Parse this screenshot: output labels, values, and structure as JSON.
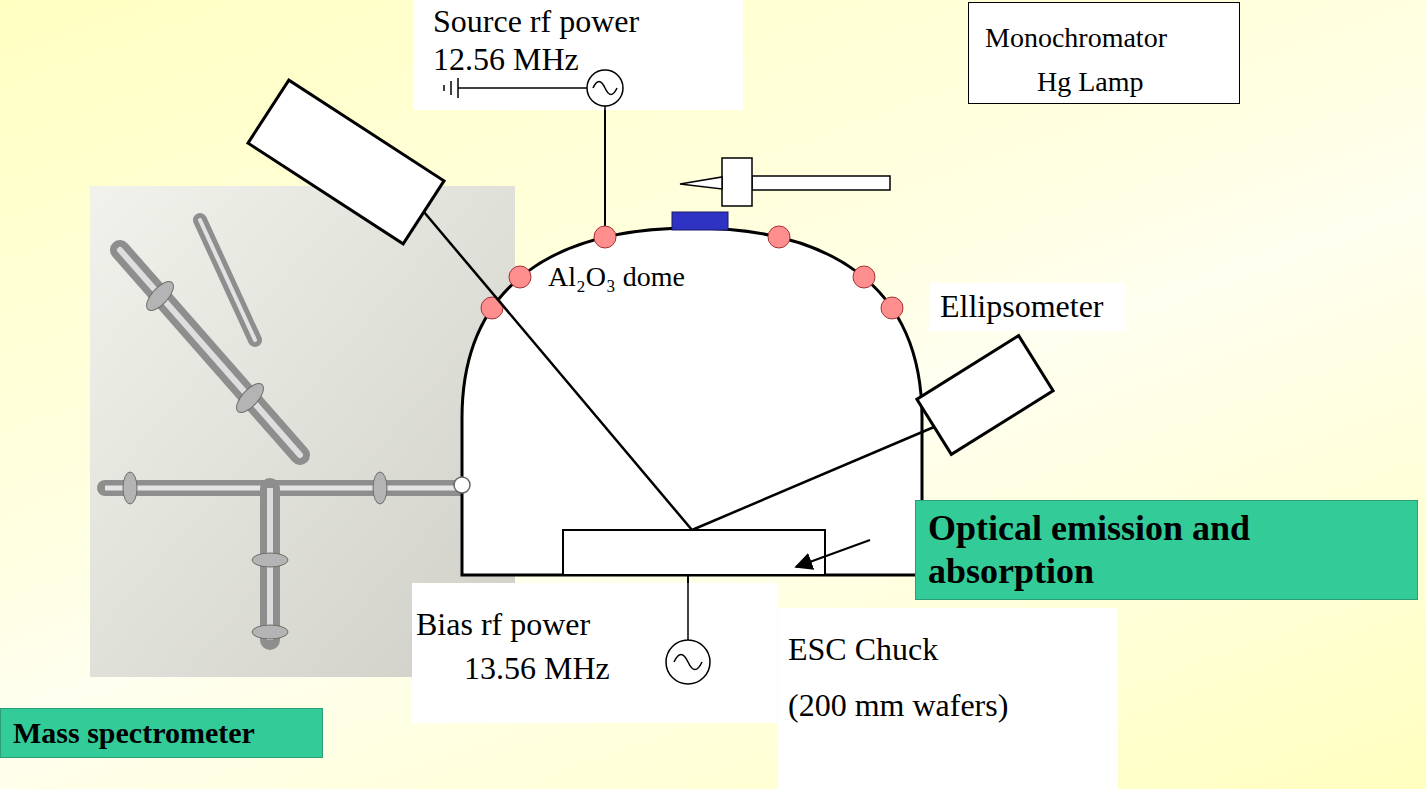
{
  "diagram": {
    "nodes": [
      {
        "text": [
          "Source rf power",
          "12.56 MHz"
        ]
      },
      {
        "text": [
          "Monochromator",
          "Hg Lamp"
        ]
      },
      {
        "text": [
          "Al₂O₃ dome"
        ]
      },
      {
        "text": [
          "Ellipsometer"
        ]
      },
      {
        "text": [
          "Optical emission and absorption"
        ]
      },
      {
        "text": [
          "Bias rf power",
          "13.56 MHz"
        ]
      },
      {
        "text": [
          "ESC Chuck",
          "(200 mm wafers)"
        ]
      },
      {
        "text": [
          "Mass spectrometer"
        ]
      }
    ],
    "edges": [
      {
        "from": 0,
        "to": 2,
        "arrow": "none"
      },
      {
        "from": 5,
        "to": 2,
        "arrow": "none"
      }
    ]
  }
}
